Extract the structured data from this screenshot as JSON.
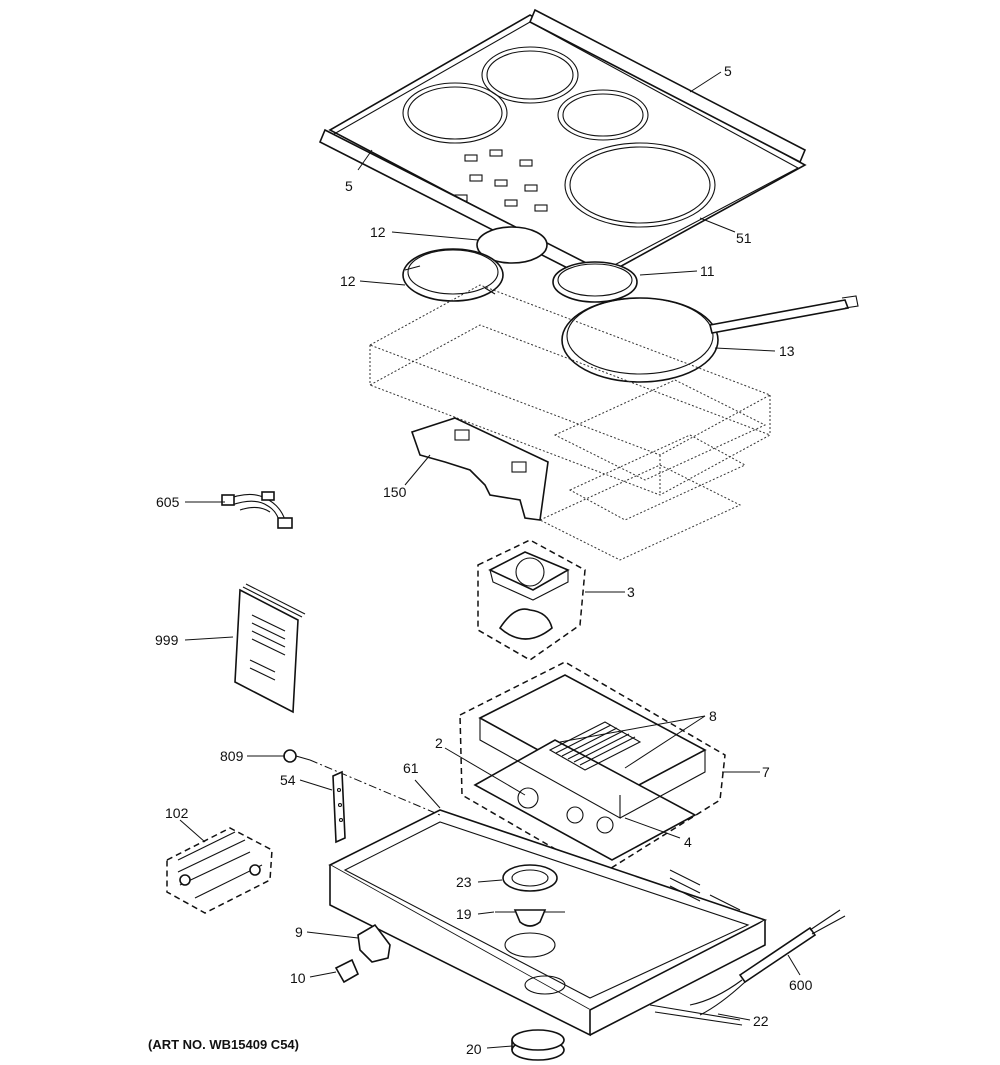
{
  "art_number": "(ART NO. WB15409 C54)",
  "callouts": {
    "c5a": "5",
    "c5b": "5",
    "c51": "51",
    "c12a": "12",
    "c12b": "12",
    "c11": "11",
    "c13": "13",
    "c150": "150",
    "c605": "605",
    "c3": "3",
    "c999": "999",
    "c8": "8",
    "c7": "7",
    "c809": "809",
    "c2": "2",
    "c61": "61",
    "c4": "4",
    "c54": "54",
    "c102": "102",
    "c23": "23",
    "c19": "19",
    "c9": "9",
    "c10": "10",
    "c600": "600",
    "c22": "22",
    "c20": "20"
  }
}
